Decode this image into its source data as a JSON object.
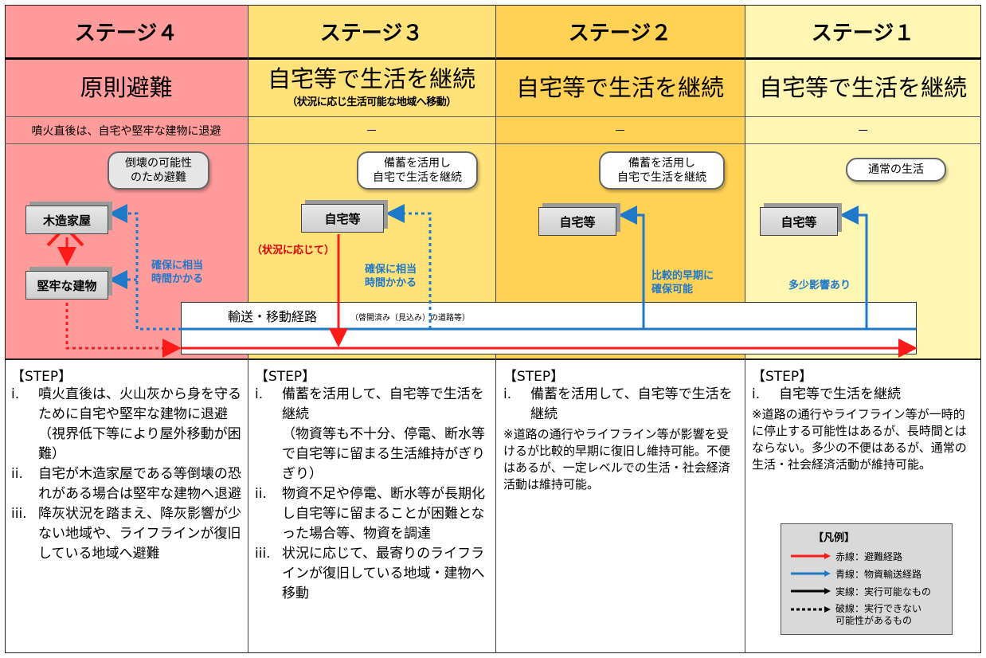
{
  "colors": {
    "stage4": "#ff9b9b",
    "stage3": "#ffe27a",
    "stage2": "#ffd155",
    "stage1": "#fff6b3",
    "red": "#ff1a1a",
    "blue": "#1f78c8"
  },
  "stages": [
    {
      "name": "ステージ４",
      "mode": "原則避難",
      "mode_sub": "",
      "note": "噴火直後は、自宅や堅牢な建物に退避"
    },
    {
      "name": "ステージ３",
      "mode": "自宅等で生活を継続",
      "mode_sub": "（状況に応じ生活可能な地域へ移動）",
      "note": "－"
    },
    {
      "name": "ステージ２",
      "mode": "自宅等で生活を継続",
      "mode_sub": "",
      "note": "－"
    },
    {
      "name": "ステージ１",
      "mode": "自宅等で生活を継続",
      "mode_sub": "",
      "note": "－"
    }
  ],
  "diagram": {
    "s4": {
      "bubble": "倒壊の可能性\nのため避難",
      "house": "木造家屋",
      "building": "堅牢な建物",
      "blue_label": "確保に相当\n時間かかる"
    },
    "s3": {
      "bubble": "備蓄を活用し\n自宅で生活を継続",
      "house": "自宅等",
      "red_label": "（状況に応じて）",
      "blue_label": "確保に相当\n時間かかる"
    },
    "s2": {
      "bubble": "備蓄を活用し\n自宅で生活を継続",
      "house": "自宅等",
      "blue_label": "比較的早期に\n確保可能"
    },
    "s1": {
      "bubble": "通常の生活",
      "house": "自宅等",
      "blue_label": "多少影響あり"
    },
    "route_label": "輸送・移動経路",
    "route_sub": "（啓開済み（見込み）の道路等）"
  },
  "steps": [
    {
      "title": "【STEP】",
      "items": [
        {
          "n": "i.",
          "text": "噴火直後は、火山灰から身を守るために自宅や堅牢な建物に退避（視界低下等により屋外移動が困難）"
        },
        {
          "n": "ii.",
          "text": "自宅が木造家屋である等倒壊の恐れがある場合は堅牢な建物へ退避"
        },
        {
          "n": "iii.",
          "text": "降灰状況を踏まえ、降灰影響が少ない地域や、ライフラインが復旧している地域へ避難"
        }
      ],
      "note": ""
    },
    {
      "title": "【STEP】",
      "items": [
        {
          "n": "i.",
          "text": "備蓄を活用して、自宅等で生活を継続"
        },
        {
          "n": "",
          "text": "（物資等も不十分、停電、断水等で自宅等に留まる生活維持がぎりぎり）"
        },
        {
          "n": "ii.",
          "text": "物資不足や停電、断水等が長期化し自宅等に留まることが困難となった場合等、物資を調達"
        },
        {
          "n": "iii.",
          "text": "状況に応じて、最寄りのライフラインが復旧している地域・建物へ移動"
        }
      ],
      "note": ""
    },
    {
      "title": "【STEP】",
      "items": [
        {
          "n": "i.",
          "text": "備蓄を活用して、自宅等で生活を継続"
        }
      ],
      "note": "※道路の通行やライフライン等が影響を受けるが比較的早期に復旧し維持可能。不便はあるが、一定レベルでの生活・社会経済活動は維持可能。"
    },
    {
      "title": "【STEP】",
      "items": [
        {
          "n": "i.",
          "text": "自宅等で生活を継続"
        }
      ],
      "note": "※道路の通行やライフライン等が一時的に停止する可能性はあるが、長時間とはならない。多少の不便はあるが、通常の生活・社会経済活動が維持可能。"
    }
  ],
  "legend": {
    "title": "【凡例】",
    "items": [
      {
        "icon": "red-arrow",
        "label": "赤線：避難経路"
      },
      {
        "icon": "blue-arrow",
        "label": "青線：物資輸送経路"
      },
      {
        "icon": "solid-arrow",
        "label": "実線：実行可能なもの"
      },
      {
        "icon": "dotted-arrow",
        "label": "破線：実行できない\n可能性があるもの"
      }
    ]
  }
}
